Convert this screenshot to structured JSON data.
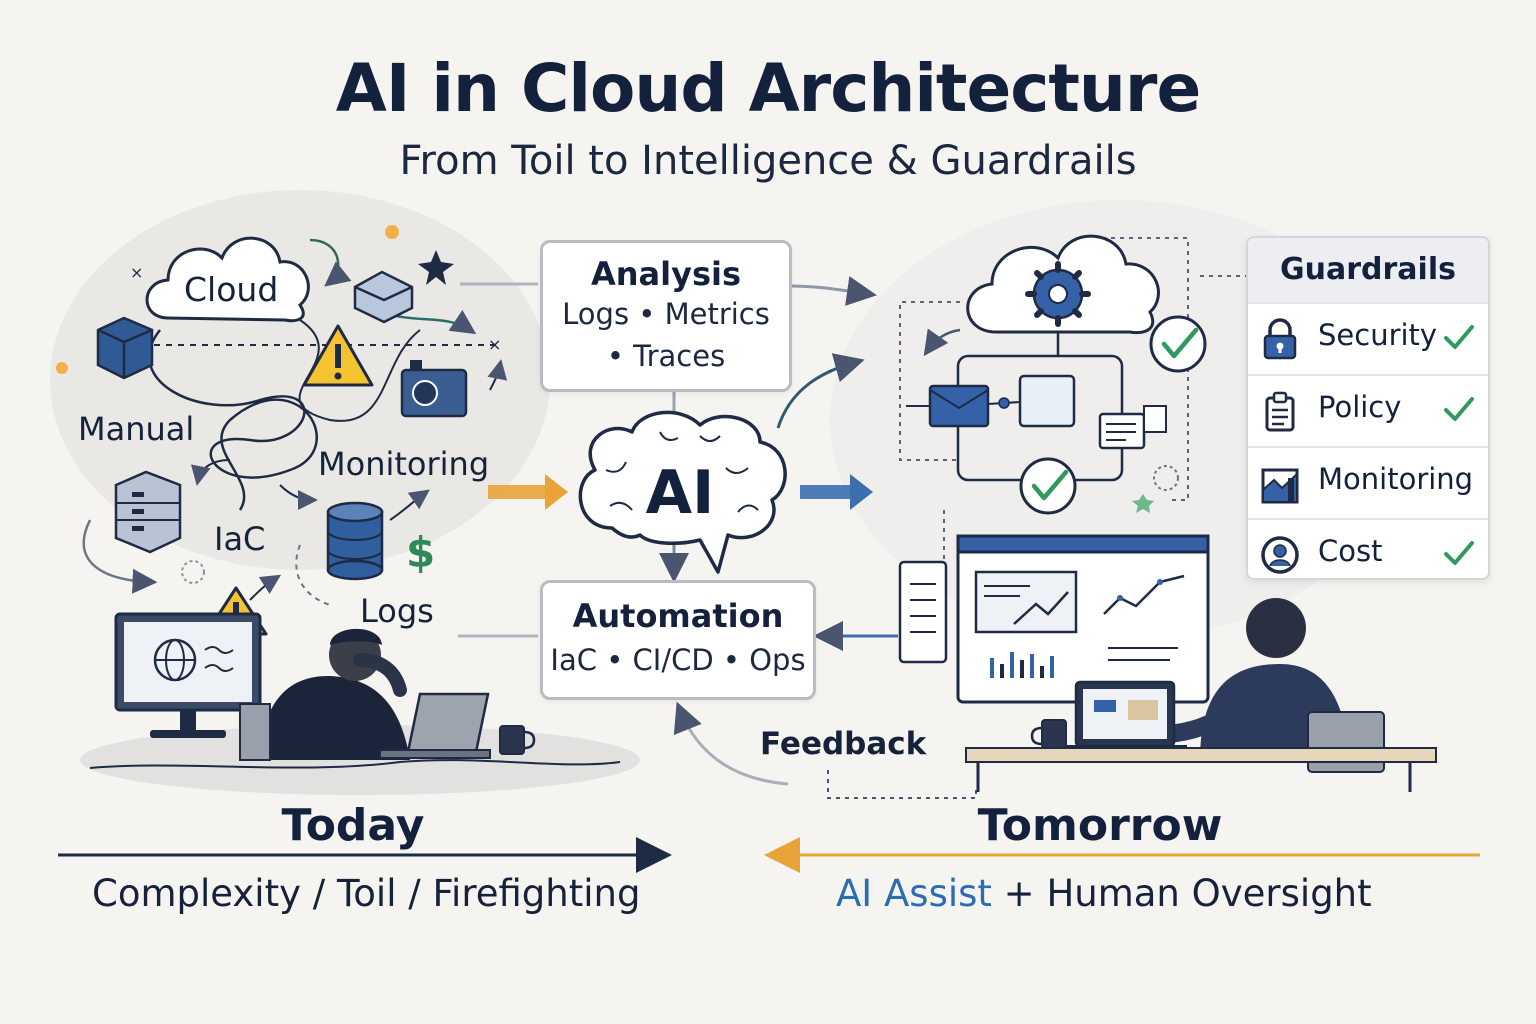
{
  "header": {
    "title": "AI in Cloud Architecture",
    "subtitle": "From Toil to Intelligence & Guardrails"
  },
  "today": {
    "labels": {
      "cloud": "Cloud",
      "manual": "Manual",
      "monitoring": "Monitoring",
      "iac": "IaC",
      "logs": "Logs",
      "dollar": "$"
    },
    "heading": "Today",
    "caption": "Complexity / Toil / Firefighting"
  },
  "center": {
    "analysis": {
      "heading": "Analysis",
      "line1": "Logs • Metrics",
      "line2": "• Traces"
    },
    "ai_label": "AI",
    "automation": {
      "heading": "Automation",
      "line1": "IaC • CI/CD • Ops"
    },
    "feedback": "Feedback"
  },
  "guardrails": {
    "title": "Guardrails",
    "items": [
      {
        "label": "Security",
        "icon": "lock-icon"
      },
      {
        "label": "Policy",
        "icon": "document-icon"
      },
      {
        "label": "Monitoring",
        "icon": "chart-icon"
      },
      {
        "label": "Cost",
        "icon": "coin-icon"
      }
    ]
  },
  "tomorrow": {
    "heading": "Tomorrow",
    "caption_accent": "AI Assist",
    "caption_rest": " + Human Oversight"
  },
  "colors": {
    "navy": "#14213d",
    "blue": "#2f5f9e",
    "orange": "#eaa33a",
    "green": "#2e9a5c",
    "warning": "#f4c430",
    "accent_text": "#2c6cb3"
  }
}
